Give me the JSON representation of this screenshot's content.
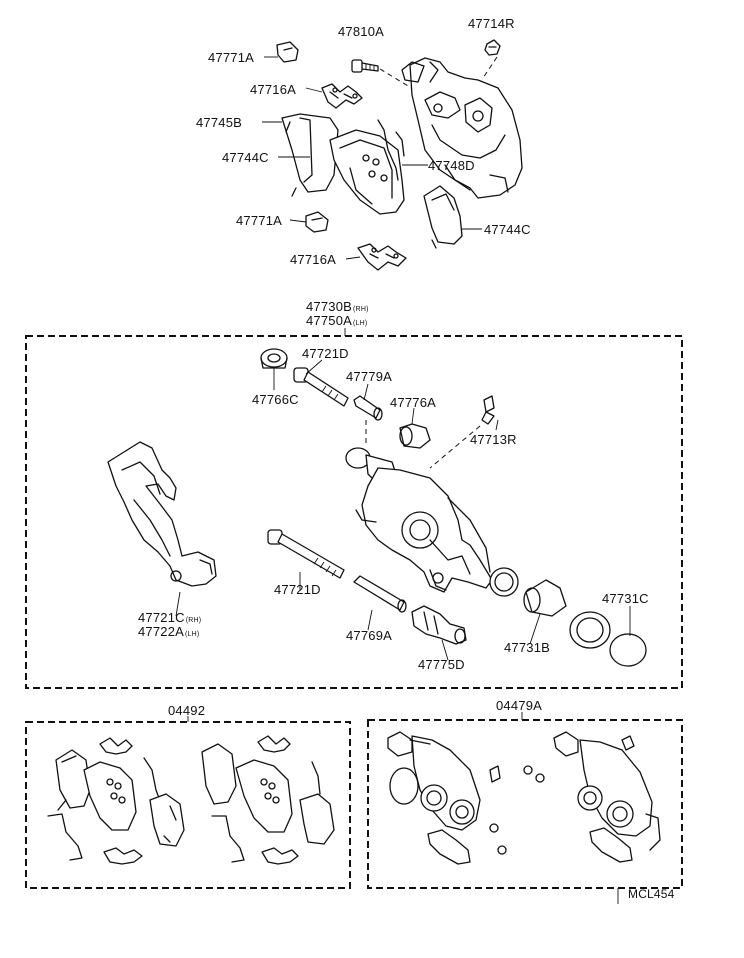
{
  "diagram": {
    "labels": {
      "p47810A": "47810A",
      "p47714R": "47714R",
      "p47771A_top": "47771A",
      "p47716A_top": "47716A",
      "p47745B": "47745B",
      "p47744C_left": "47744C",
      "p47748D": "47748D",
      "p47771A_bottom": "47771A",
      "p47744C_right": "47744C",
      "p47716A_bottom": "47716A",
      "assy_rh": "47730B",
      "assy_rh_side": "(RH)",
      "assy_lh": "47750A",
      "assy_lh_side": "(LH)",
      "p47721D_top": "47721D",
      "p47766C": "47766C",
      "p47779A": "47779A",
      "p47776A": "47776A",
      "p47713R": "47713R",
      "p47721D_mid": "47721D",
      "p47721C": "47721C",
      "p47721C_side": "(RH)",
      "p47722A": "47722A",
      "p47722A_side": "(LH)",
      "p47769A": "47769A",
      "p47775D": "47775D",
      "p47731B": "47731B",
      "p47731C": "47731C",
      "kit_04492": "04492",
      "kit_04479A": "04479A",
      "code": "MCL454"
    }
  }
}
